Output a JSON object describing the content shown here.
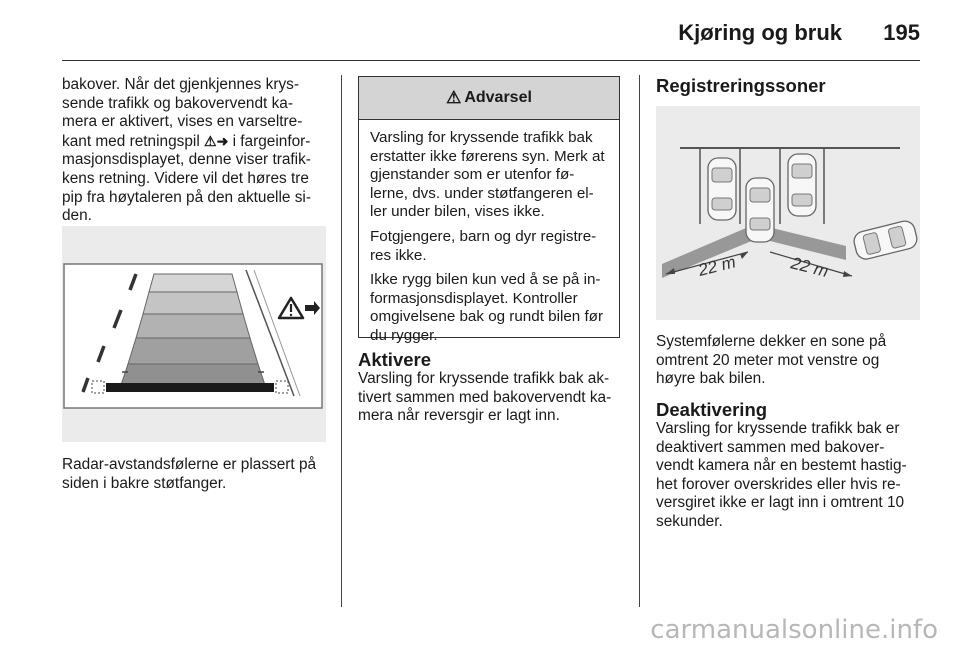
{
  "header": {
    "title": "Kjøring og bruk",
    "page_number": "195"
  },
  "col1": {
    "intro_part1": "bakover. Når det gjenkjennes krys-sende trafikk og bakovervendt ka-mera er aktivert, vises en varseltre-kant med retningspil ",
    "inline_icon": "warning-triangle-arrow-icon",
    "intro_part2": " i fargeinfor-masjonsdisplayet, denne viser trafik-kens retning. Videre vil det høres tre pip fra høytaleren på den aktuelle si-den.",
    "figure_icon": "rear-camera-display-icon",
    "caption": "Radar-avstandsfølerne er plassert på siden i bakre støtfanger."
  },
  "warning": {
    "heading": "Advarsel",
    "icon": "warning-icon",
    "para1": "Varsling for kryssende trafikk bak erstatter ikke førerens syn. Merk at gjenstander som er utenfor fø-lerne, dvs. under støtfangeren el-ler under bilen, vises ikke.",
    "para2": "Fotgjengere, barn og dyr registre-res ikke.",
    "para3": "Ikke rygg bilen kun ved å se på in-formasjonsdisplayet. Kontroller omgivelsene bak og rundt bilen før du rygger."
  },
  "activate": {
    "heading": "Aktivere",
    "text": "Varsling for kryssende trafikk bak ak-tivert sammen med bakovervendt ka-mera når reversgir er lagt inn."
  },
  "zones": {
    "heading": "Registreringssoner",
    "figure_icon": "detection-zones-diagram-icon",
    "left_distance": "22 m",
    "right_distance": "22 m",
    "text": "Systemfølerne dekker en sone på omtrent 20 meter mot venstre og høyre bak bilen."
  },
  "deactivate": {
    "heading": "Deaktivering",
    "text": "Varsling for kryssende trafikk bak er deaktivert sammen med bakover-vendt kamera når en bestemt hastig-het forover overskrides eller hvis re-versgiret ikke er lagt inn i omtrent 10 sekunder."
  },
  "watermark": "carmanualsonline.info"
}
